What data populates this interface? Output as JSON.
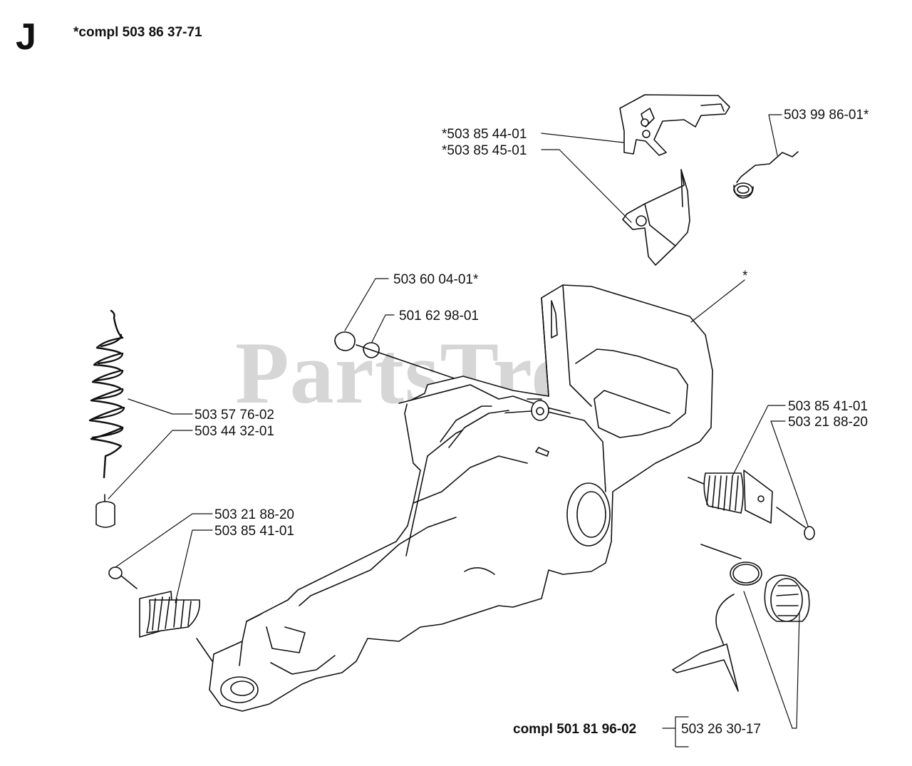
{
  "header": {
    "section_letter": "J",
    "assembly_note": "*compl 503 86 37-71"
  },
  "watermark": {
    "text": "PartsTree",
    "trademark": "™"
  },
  "labels": {
    "handle_cover_a": "*503 85 44-01",
    "handle_cover_b": "*503 85 45-01",
    "throttle_spring": "503 99 86-01*",
    "bushing_a": "503 60 04-01*",
    "bushing_b": "501 62 98-01",
    "tank_asterisk": "*",
    "fuel_hose": "503 57 76-02",
    "fuel_filter": "503 44 32-01",
    "av_spring_right": "503 85 41-01",
    "screw_right": "503 21 88-20",
    "screw_left": "503 21 88-20",
    "av_spring_left": "503 85 41-01",
    "cap_assembly": "compl 501 81 96-02",
    "cap_part": "503 26 30-17"
  },
  "colors": {
    "line": "#111111",
    "watermark": "#d6d6d6",
    "background": "#ffffff"
  }
}
